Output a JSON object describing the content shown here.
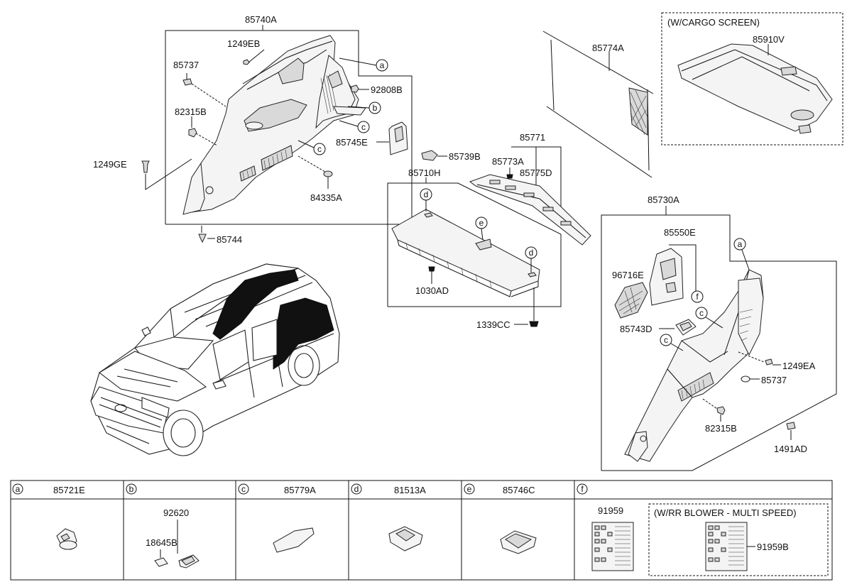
{
  "labels": {
    "p85740A": "85740A",
    "p1249EB": "1249EB",
    "p85737_top": "85737",
    "p82315B_top": "82315B",
    "p1249GE": "1249GE",
    "p92808B": "92808B",
    "p85745E": "85745E",
    "p84335A": "84335A",
    "p85744": "85744",
    "p85774A": "85774A",
    "cargo_screen_note": "(W/CARGO SCREEN)",
    "p85910V": "85910V",
    "p85739B": "85739B",
    "p85771": "85771",
    "p85773A": "85773A",
    "p85775D": "85775D",
    "p85710H": "85710H",
    "p1030AD": "1030AD",
    "p1339CC": "1339CC",
    "p85730A": "85730A",
    "p85550E": "85550E",
    "p96716E": "96716E",
    "p85743D": "85743D",
    "p1249EA": "1249EA",
    "p85737_right": "85737",
    "p82315B_right": "82315B",
    "p1491AD": "1491AD"
  },
  "callouts": {
    "a": "a",
    "b": "b",
    "c": "c",
    "d": "d",
    "e": "e",
    "f": "f"
  },
  "legend": {
    "a": {
      "letter": "a",
      "part": "85721E"
    },
    "b": {
      "letter": "b",
      "part": "92620",
      "sub": "18645B"
    },
    "c": {
      "letter": "c",
      "part": "85779A"
    },
    "d": {
      "letter": "d",
      "part": "81513A"
    },
    "e": {
      "letter": "e",
      "part": "85746C"
    },
    "f": {
      "letter": "f",
      "part": "91959",
      "option_note": "(W/RR BLOWER - MULTI SPEED)",
      "option_part": "91959B"
    }
  }
}
